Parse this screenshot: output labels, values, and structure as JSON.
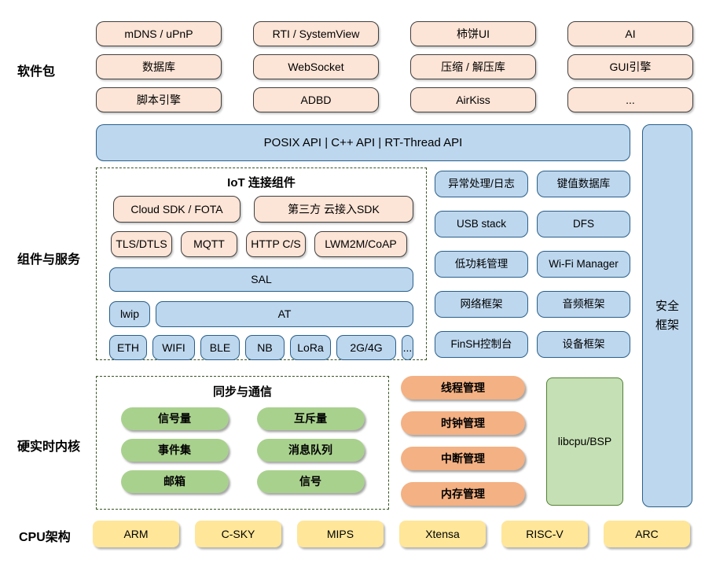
{
  "colors": {
    "peach_fill": "#fce4d6",
    "peach_border": "#404040",
    "blue_fill": "#bdd7ee",
    "blue_border": "#2a5f8a",
    "green_pill": "#a9d18e",
    "orange_pill": "#f4b183",
    "libcpu_fill": "#c5e0b4",
    "libcpu_border": "#538135",
    "yellow_fill": "#ffe699",
    "dashed_border": "#375623"
  },
  "labels": {
    "packages": "软件包",
    "components": "组件与服务",
    "kernel": "硬实时内核",
    "cpu": "CPU架构"
  },
  "packages": {
    "items": [
      "mDNS / uPnP",
      "RTI / SystemView",
      "柿饼UI",
      "AI",
      "数据库",
      "WebSocket",
      "压缩 / 解压库",
      "GUI引擎",
      "脚本引擎",
      "ADBD",
      "AirKiss",
      "..."
    ]
  },
  "api_bar": {
    "label": "POSIX API | C++ API | RT-Thread API"
  },
  "security": {
    "label": "安全框架"
  },
  "iot": {
    "title": "IoT 连接组件",
    "cloud_sdk": "Cloud SDK / FOTA",
    "third_party_sdk": "第三方 云接入SDK",
    "protocols": [
      "TLS/DTLS",
      "MQTT",
      "HTTP C/S",
      "LWM2M/CoAP"
    ],
    "sal": "SAL",
    "lwip": "lwip",
    "at": "AT",
    "links": [
      "ETH",
      "WIFI",
      "BLE",
      "NB",
      "LoRa",
      "2G/4G",
      "..."
    ]
  },
  "services": {
    "items": [
      "异常处理/日志",
      "键值数据库",
      "USB stack",
      "DFS",
      "低功耗管理",
      "Wi-Fi Manager",
      "网络框架",
      "音频框架",
      "FinSH控制台",
      "设备框架"
    ]
  },
  "sync": {
    "title": "同步与通信",
    "items": [
      "信号量",
      "互斥量",
      "事件集",
      "消息队列",
      "邮箱",
      "信号"
    ]
  },
  "kernel_mgmt": {
    "items": [
      "线程管理",
      "时钟管理",
      "中断管理",
      "内存管理"
    ]
  },
  "libcpu": {
    "label": "libcpu/BSP"
  },
  "cpu": {
    "items": [
      "ARM",
      "C-SKY",
      "MIPS",
      "Xtensa",
      "RISC-V",
      "ARC"
    ]
  }
}
